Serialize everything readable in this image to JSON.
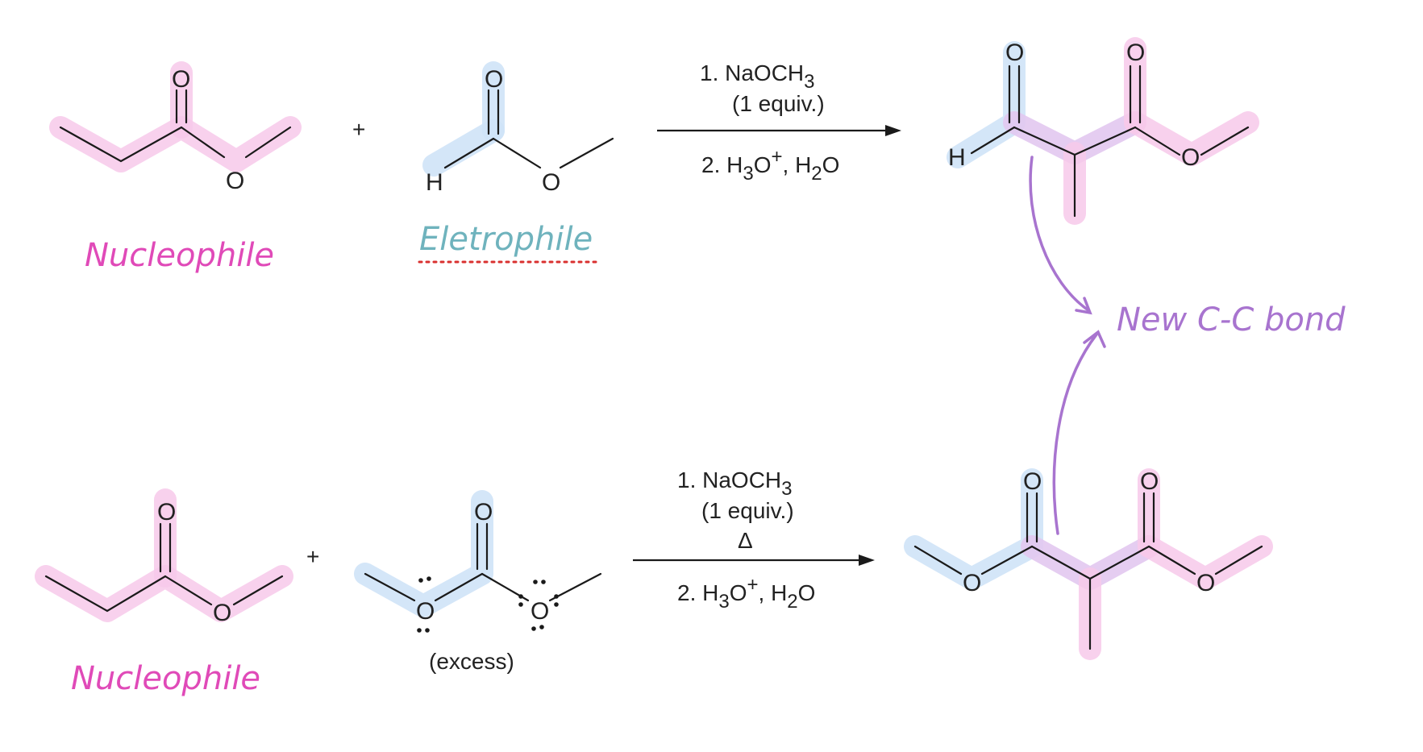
{
  "colors": {
    "nucleophile": "#e04ab8",
    "electrophile": "#6fb3bd",
    "annotation": "#a874cf",
    "highlight_pink": "#f7c9ea",
    "highlight_blue": "#cfe3f7",
    "squiggle": "#d9302f"
  },
  "atoms": {
    "O": "O",
    "H": "H"
  },
  "plus": "+",
  "reaction1": {
    "nucleophile_label": "Nucleophile",
    "electrophile_label": "Eletrophile",
    "step1_line1": "1. NaOCH",
    "step1_sub": "3",
    "step1_line2": "(1 equiv.)",
    "step2_prefix": "2. H",
    "step2_sub1": "3",
    "step2_mid": "O",
    "step2_sup": "+",
    "step2_sep": ", H",
    "step2_sub2": "2",
    "step2_end": "O"
  },
  "reaction2": {
    "nucleophile_label": "Nucleophile",
    "excess_label": "(excess)",
    "step1_line1": "1. NaOCH",
    "step1_sub": "3",
    "step1_line2": "(1 equiv.)",
    "step1_line3": "Δ",
    "step2_prefix": "2. H",
    "step2_sub1": "3",
    "step2_mid": "O",
    "step2_sup": "+",
    "step2_sep": ", H",
    "step2_sub2": "2",
    "step2_end": "O"
  },
  "annotation": {
    "new_bond": "New C-C bond"
  }
}
